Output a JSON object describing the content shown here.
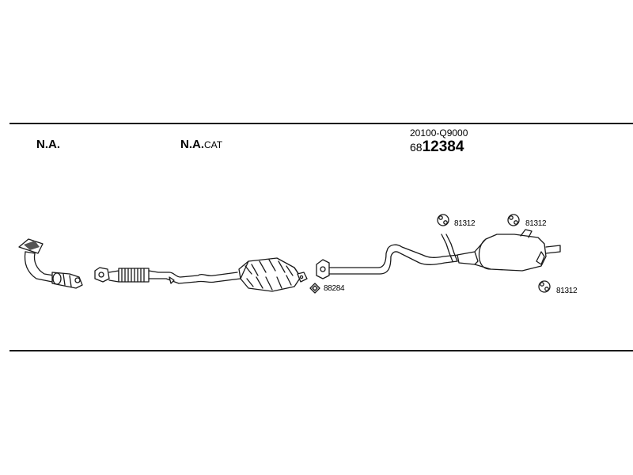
{
  "header": {
    "variant_1": "N.A.",
    "variant_2_main": "N.A.",
    "variant_2_suffix": "CAT",
    "oe_number": "20100-Q9000",
    "part_prefix": "68",
    "part_number": "12384"
  },
  "callouts": {
    "gasket": "88284",
    "hanger_1": "81312",
    "hanger_2": "81312",
    "hanger_3": "81312"
  },
  "colors": {
    "line": "#1a1a1a",
    "background": "#ffffff"
  }
}
